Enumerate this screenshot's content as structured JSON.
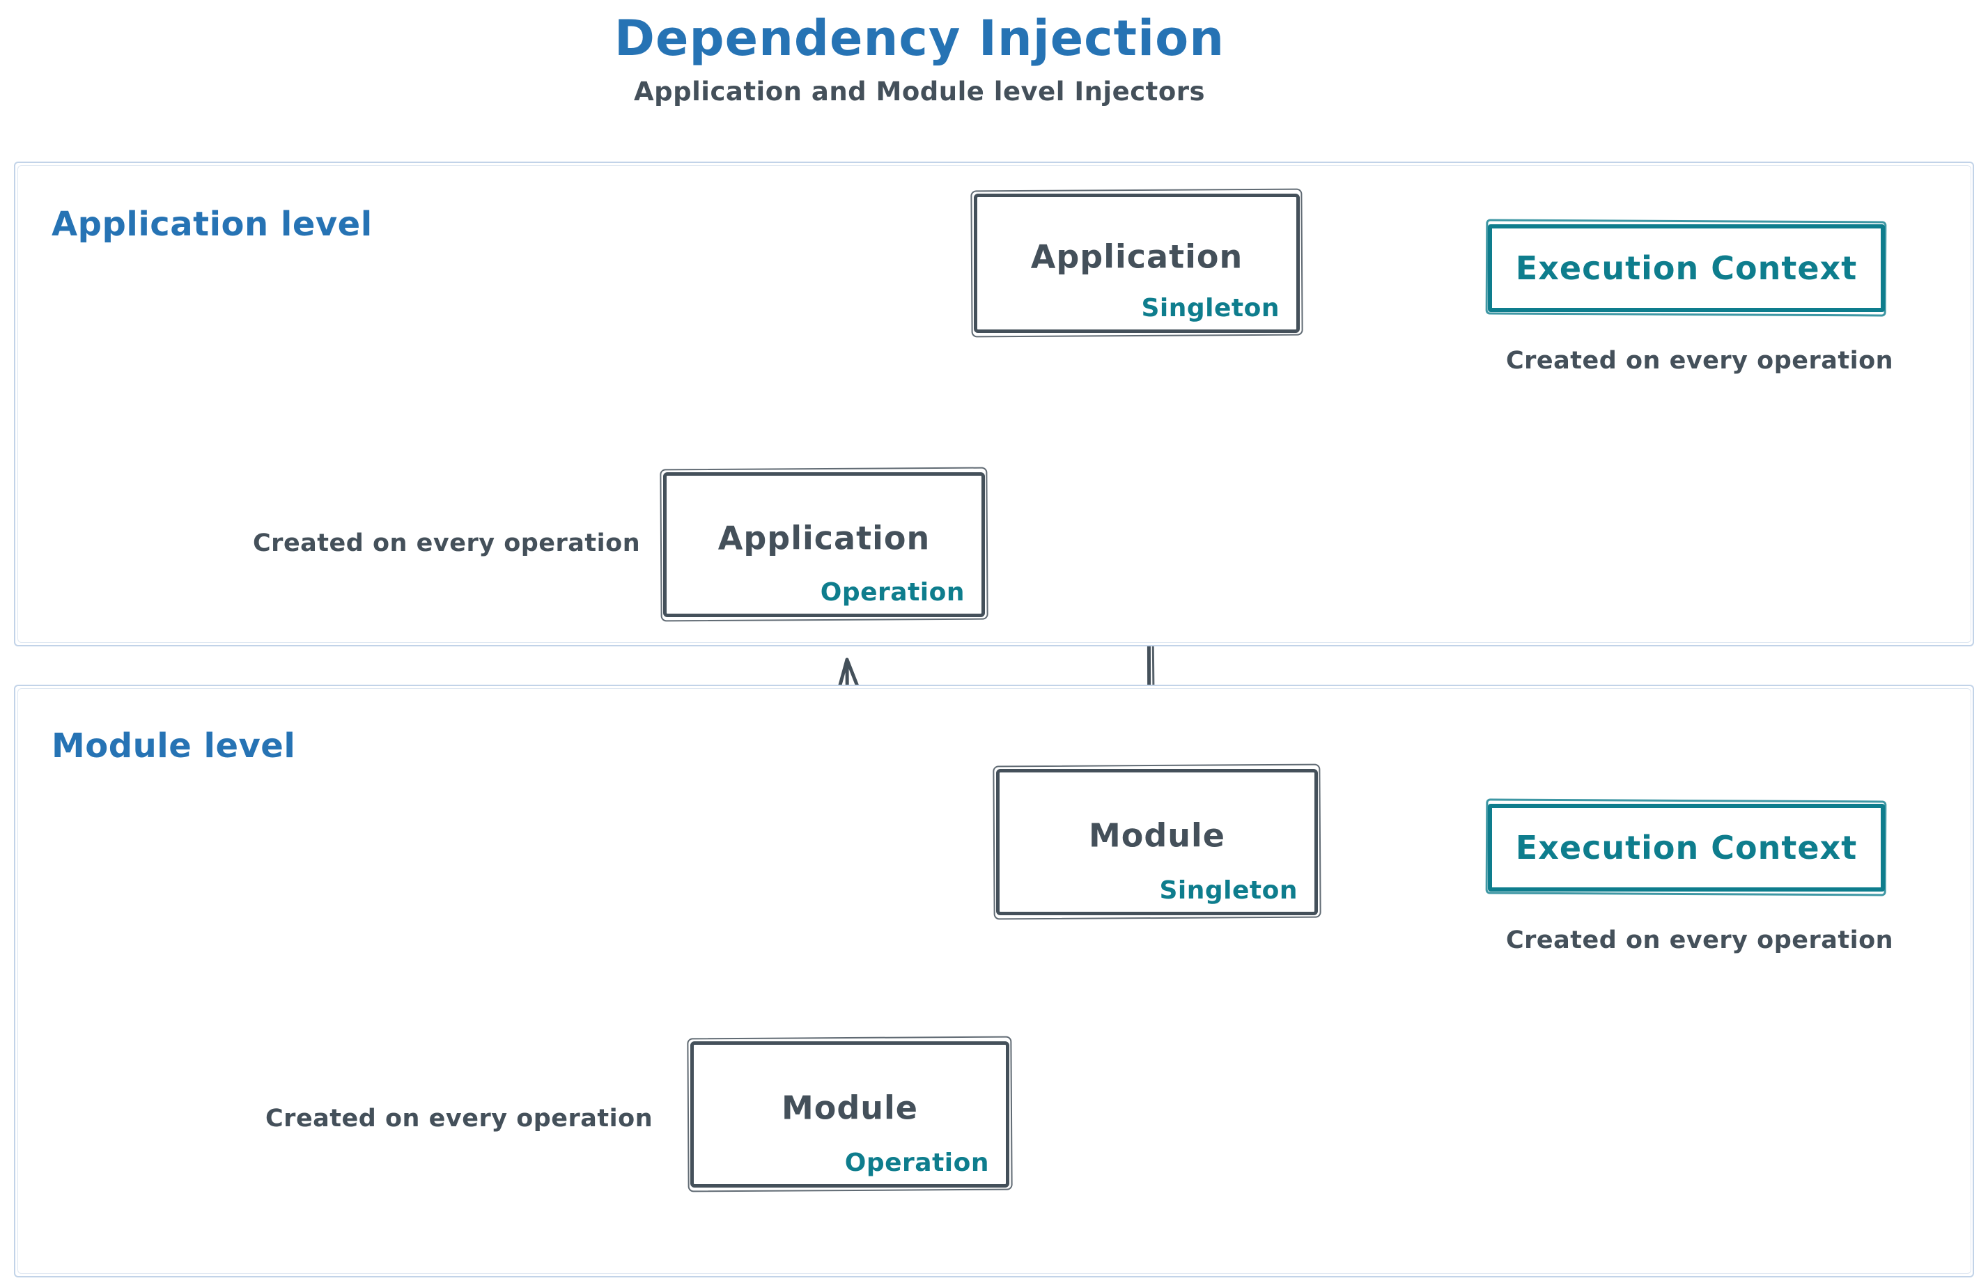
{
  "title": "Dependency Injection",
  "subtitle": "Application and Module level Injectors",
  "colors": {
    "title_blue": "#2673b4",
    "ink": "#44505a",
    "teal": "#0e7d8d",
    "container_border": "#c2d3e8"
  },
  "application_level": {
    "label": "Application level",
    "singleton_box": {
      "title": "Application",
      "scope": "Singleton"
    },
    "operation_box": {
      "title": "Application",
      "scope": "Operation"
    },
    "operation_note": "Created on every operation",
    "execution_context": {
      "label": "Execution Context",
      "note": "Created on every operation"
    }
  },
  "module_level": {
    "label": "Module level",
    "singleton_box": {
      "title": "Module",
      "scope": "Singleton"
    },
    "operation_box": {
      "title": "Module",
      "scope": "Operation"
    },
    "operation_note": "Created on every operation",
    "execution_context": {
      "label": "Execution Context",
      "note": "Created on every operation"
    }
  }
}
